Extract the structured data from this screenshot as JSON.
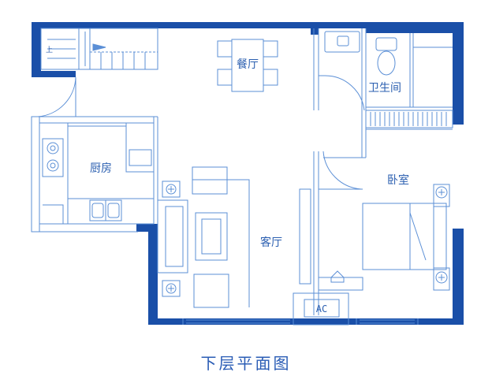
{
  "plan": {
    "caption": "下层平面图",
    "rooms": {
      "dining": "餐厅",
      "bathroom": "卫生间",
      "kitchen": "厨房",
      "bedroom": "卧室",
      "living": "客厅"
    },
    "ac_label": "AC",
    "stair_mark": "上"
  },
  "colors": {
    "wall": "#1a4fa8",
    "line": "#5b8fd6",
    "label": "#2b5fb0"
  }
}
